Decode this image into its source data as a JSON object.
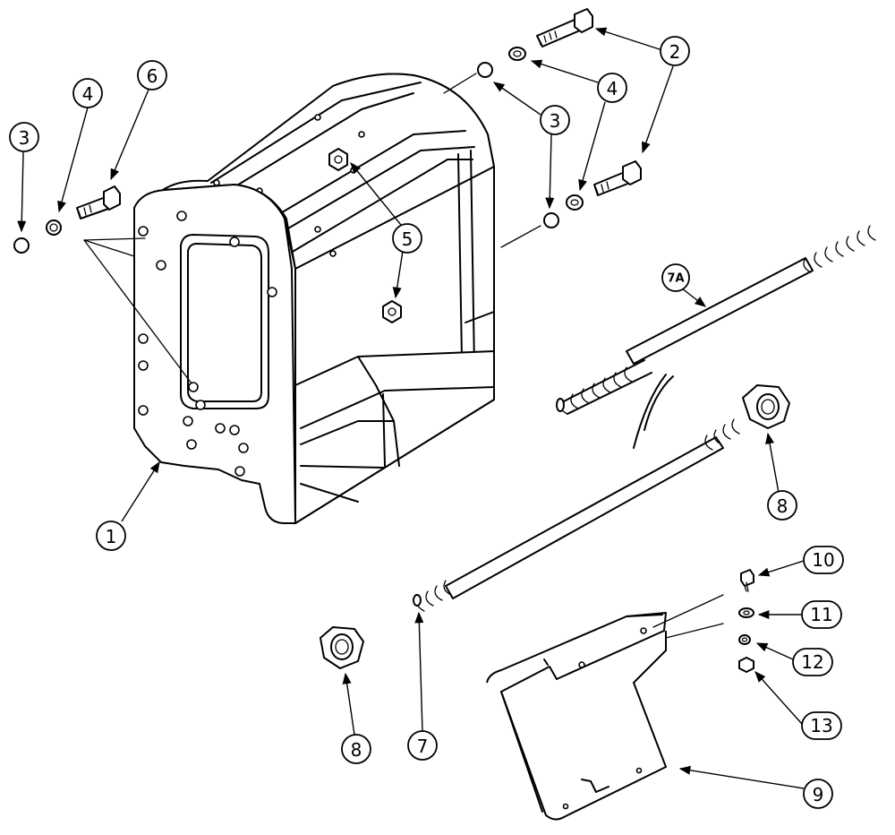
{
  "diagram": {
    "callouts": [
      {
        "id": "c1",
        "label": "1"
      },
      {
        "id": "c2a",
        "label": "2"
      },
      {
        "id": "c3a",
        "label": "3"
      },
      {
        "id": "c3b",
        "label": "3"
      },
      {
        "id": "c4a",
        "label": "4"
      },
      {
        "id": "c4b",
        "label": "4"
      },
      {
        "id": "c5",
        "label": "5"
      },
      {
        "id": "c6",
        "label": "6"
      },
      {
        "id": "c7a",
        "label": "7A"
      },
      {
        "id": "c7",
        "label": "7"
      },
      {
        "id": "c8a",
        "label": "8"
      },
      {
        "id": "c8b",
        "label": "8"
      },
      {
        "id": "c9",
        "label": "9"
      },
      {
        "id": "c10",
        "label": "10"
      },
      {
        "id": "c11",
        "label": "11"
      },
      {
        "id": "c12",
        "label": "12"
      },
      {
        "id": "c13",
        "label": "13"
      }
    ],
    "line_color": "#000000",
    "background": "#ffffff"
  }
}
